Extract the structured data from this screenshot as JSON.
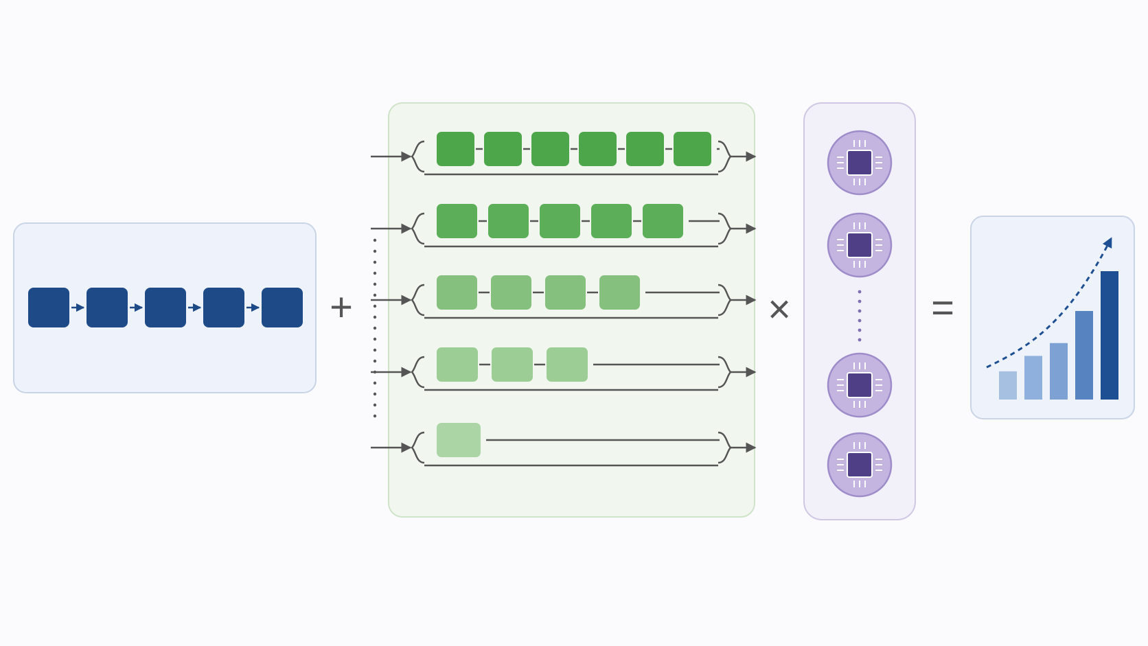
{
  "operators": {
    "plus": "+",
    "times": "×",
    "equals": "="
  },
  "sequence_panel": {
    "block_count": 5,
    "colors": {
      "panel_fill": "#eef3fb",
      "panel_stroke": "#c9d4e6",
      "block": "#1e4a87",
      "arrow": "#1e4a87"
    }
  },
  "lanes_panel": {
    "colors": {
      "panel_fill": "#f1f7ef",
      "panel_stroke": "#cfe3c9",
      "bracket": "#555555",
      "arrow": "#555555",
      "dots": "#555555"
    },
    "lanes": [
      {
        "blocks": 6,
        "color": "#4ea64a"
      },
      {
        "blocks": 5,
        "color": "#5cae58"
      },
      {
        "blocks": 4,
        "color": "#86c07f"
      },
      {
        "blocks": 3,
        "color": "#9ccd95"
      },
      {
        "blocks": 1,
        "color": "#acd5a5"
      }
    ]
  },
  "chips_panel": {
    "chip_count": 4,
    "colors": {
      "panel_fill": "#f2f0f8",
      "panel_stroke": "#cfc7e3",
      "chip_outer": "#c3b5e0",
      "chip_outer_stroke": "#9d8cc9",
      "chip_core": "#4e3f86",
      "chip_pins": "#ffffff",
      "dots": "#7d6fb0"
    }
  },
  "result_panel": {
    "bar_values": [
      0.22,
      0.34,
      0.44,
      0.69,
      1.0
    ],
    "colors": {
      "panel_fill": "#eef3fb",
      "panel_stroke": "#c9d4e6",
      "bars": [
        "#a6c0e2",
        "#8fb0dc",
        "#7ea1d4",
        "#5784c1",
        "#1f4f93"
      ],
      "trend": "#1f4f93"
    }
  }
}
